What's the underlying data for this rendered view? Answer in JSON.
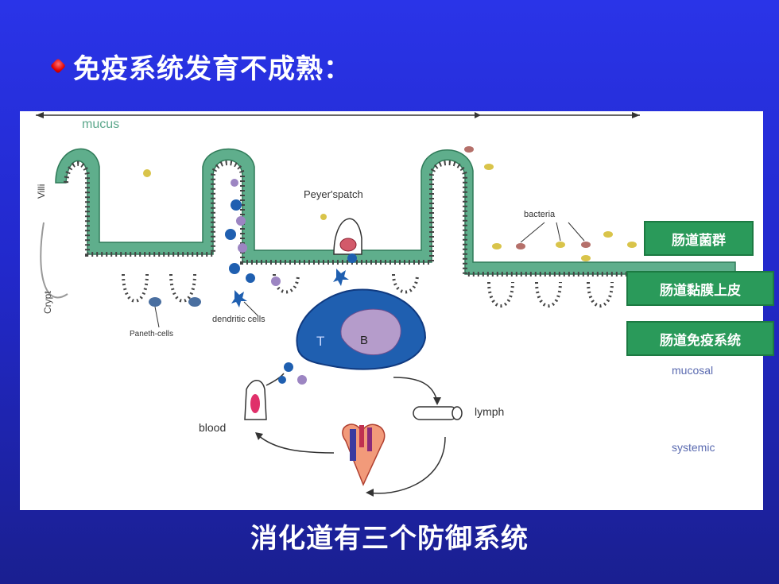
{
  "slide": {
    "title": "免疫系统发育不成熟：",
    "caption": "消化道有三个防御系统"
  },
  "diagram": {
    "labels": {
      "mucus": "mucus",
      "villi": "Villi",
      "crypt": "Crypt",
      "peyers_patch": "Peyer'spatch",
      "bacteria": "bacteria",
      "dendritic_cells": "dendritic cells",
      "paneth_cells": "Paneth-cells",
      "t_cell": "T",
      "b_cell": "B",
      "mucosal": "mucosal",
      "lymph": "lymph",
      "blood": "blood",
      "systemic": "systemic"
    },
    "callouts": [
      "肠道菌群",
      "肠道黏膜上皮",
      "肠道免疫系统"
    ]
  },
  "colors": {
    "background": "#2229cc",
    "bullet": "#e00000",
    "callout_fill": "#2a9a5a",
    "mucus_green": "#5fae8c",
    "lymph_node": "#1f5fb0",
    "b_cell_zone": "#b59ccb"
  }
}
